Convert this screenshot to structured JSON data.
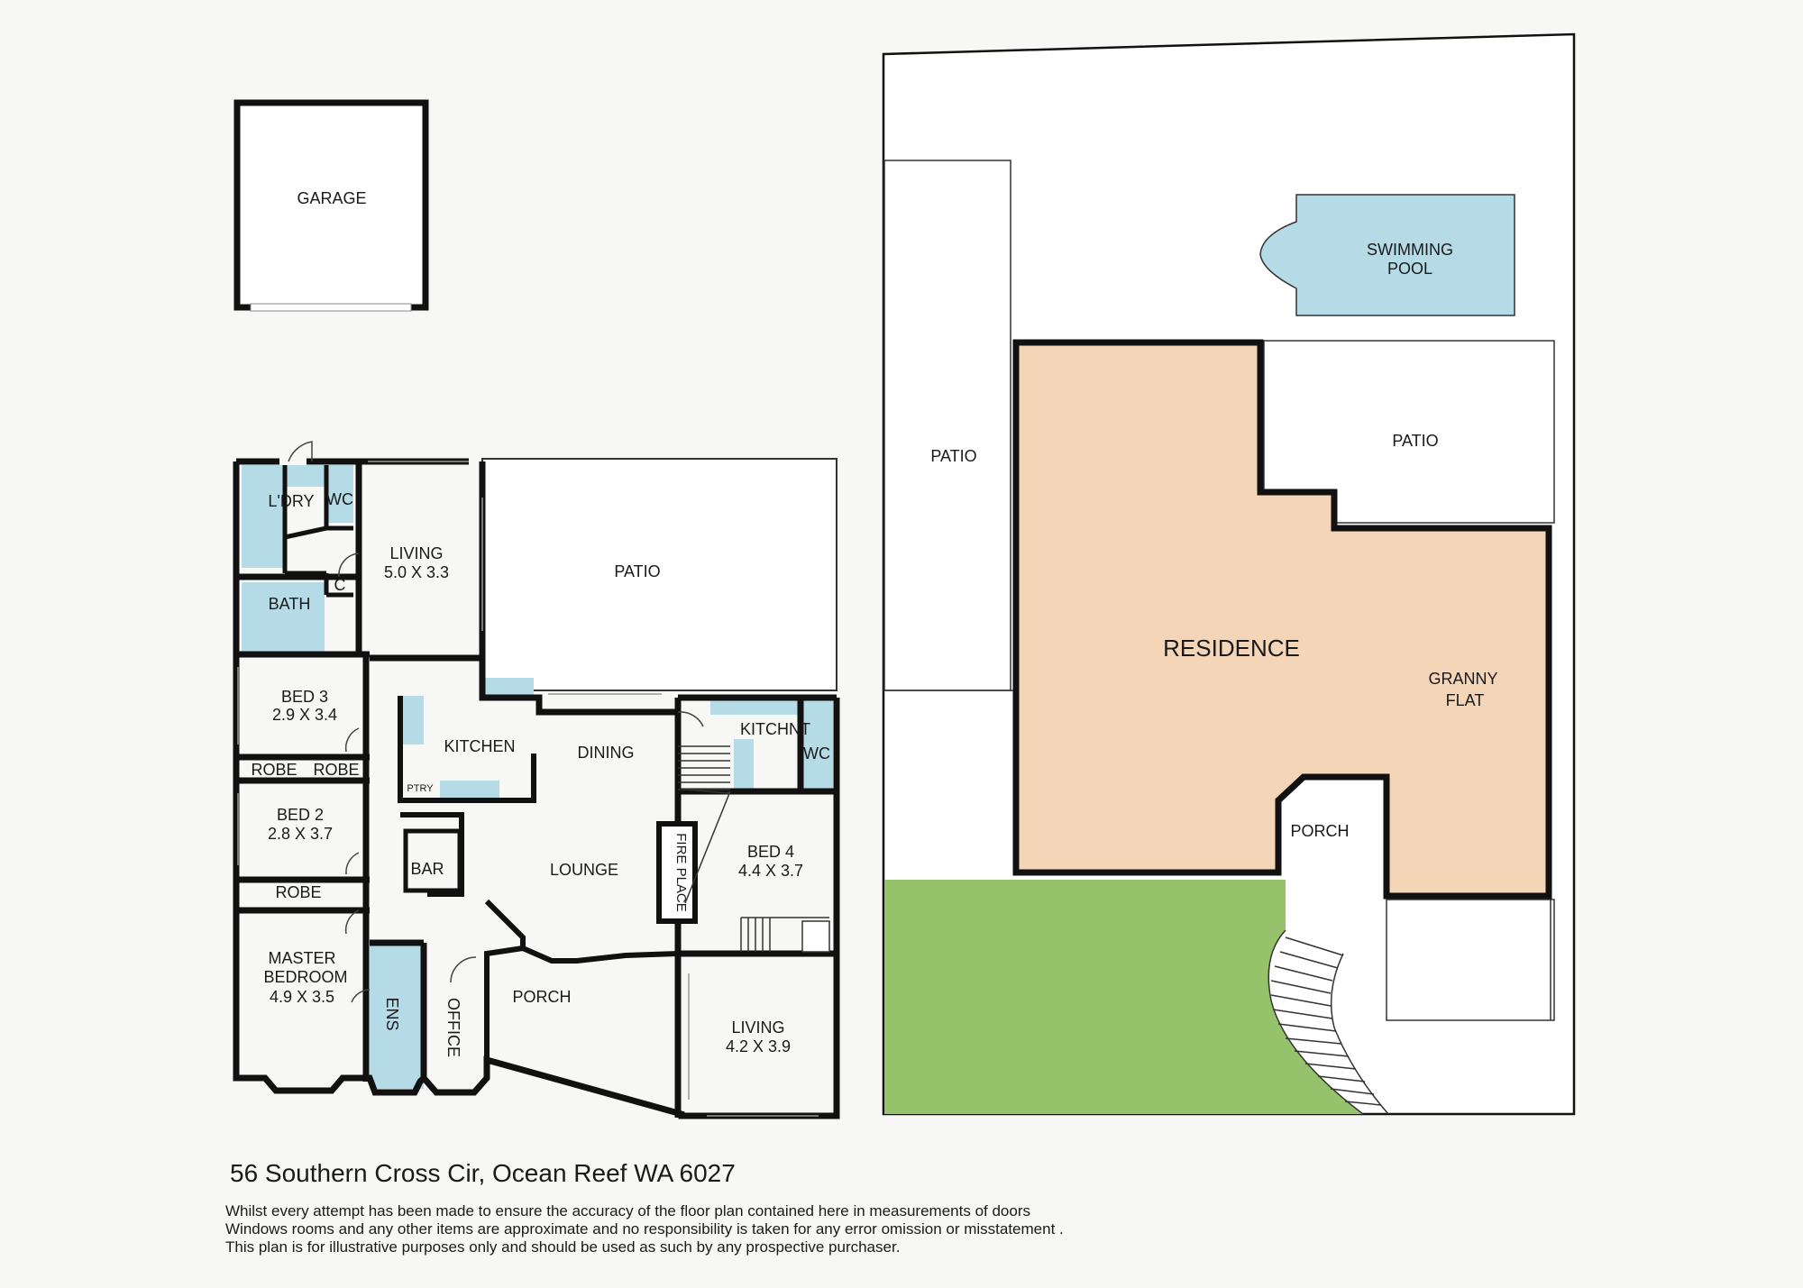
{
  "rooms": {
    "garage": "GARAGE",
    "laundry": "L'DRY",
    "wc1": "WC",
    "living1": "LIVING",
    "living1_dim": "5.0 X 3.3",
    "patio_main": "PATIO",
    "cupboard": "C",
    "bath": "BATH",
    "bed3": "BED 3",
    "bed3_dim": "2.9 X 3.4",
    "kitchen": "KITCHEN",
    "dining": "DINING",
    "pantry": "PTRY",
    "robe_a": "ROBE",
    "robe_b": "ROBE",
    "bed2": "BED 2",
    "bed2_dim": "2.8 X 3.7",
    "bar": "BAR",
    "lounge": "LOUNGE",
    "fireplace": "FIRE PLACE",
    "kitchenette": "KITCHNT",
    "wc2": "WC",
    "bed4": "BED 4",
    "bed4_dim": "4.4 X 3.7",
    "robe_c": "ROBE",
    "master_1": "MASTER",
    "master_2": "BEDROOM",
    "master_dim": "4.9 X 3.5",
    "ens": "ENS",
    "office": "OFFICE",
    "porch_main": "PORCH",
    "living2": "LIVING",
    "living2_dim": "4.2 X 3.9"
  },
  "site": {
    "pool_1": "SWIMMING",
    "pool_2": "POOL",
    "patio_left": "PATIO",
    "patio_right": "PATIO",
    "residence": "RESIDENCE",
    "granny_1": "GRANNY",
    "granny_2": "FLAT",
    "porch": "PORCH"
  },
  "footer": {
    "address": "56 Southern Cross Cir, Ocean Reef WA 6027",
    "disclaimer": [
      "Whilst every attempt has been made to ensure the accuracy of the floor plan contained here in measurements of doors",
      "Windows rooms and any other items are approximate and no responsibility is taken for any error omission or misstatement .",
      "This plan is for illustrative purposes only and should be used as such by any prospective purchaser."
    ]
  },
  "colors": {
    "wall": "#111111",
    "wet_area": "#b5dbe6",
    "pool": "#b5dbe6",
    "residence": "#f5d5b8",
    "lawn": "#95c26b",
    "background": "#f7f7f5",
    "room_fill": "#ffffff"
  }
}
